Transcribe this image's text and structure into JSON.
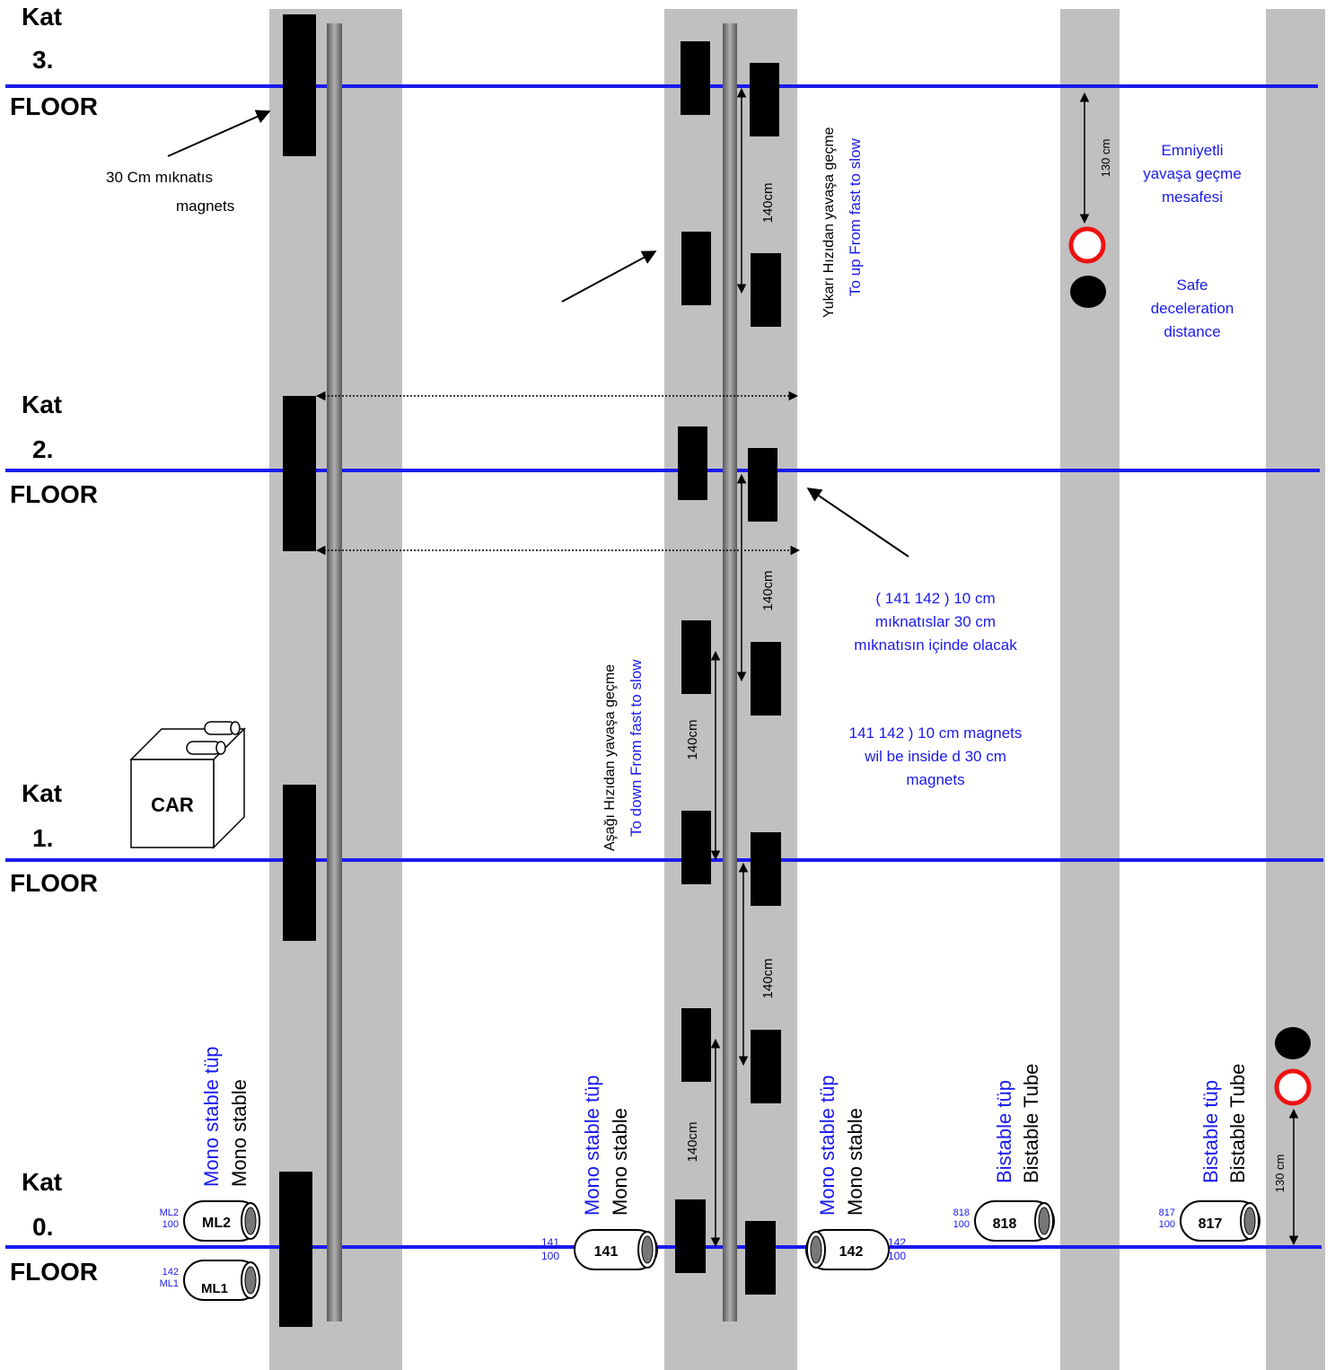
{
  "floors": [
    {
      "kat": "Kat",
      "num": "3.",
      "floor": "FLOOR"
    },
    {
      "kat": "Kat",
      "num": "2.",
      "floor": "FLOOR"
    },
    {
      "kat": "Kat",
      "num": "1.",
      "floor": "FLOOR"
    },
    {
      "kat": "Kat",
      "num": "0.",
      "floor": "FLOOR"
    }
  ],
  "magnet_note": {
    "line1": "30 Cm mıknatıs",
    "line2": "magnets"
  },
  "up_note": {
    "tr": "Yukarı Hızıdan yavaşa geçme",
    "en": "To up From fast to slow"
  },
  "down_note": {
    "tr": "Aşağı Hızıdan yavaşa geçme",
    "en": "To down  From fast to slow"
  },
  "distance_label": "140cm",
  "safe_distance_label": "130 cm",
  "safe_tr": {
    "l1": "Emniyetli",
    "l2": "yavaşa geçme",
    "l3": "mesafesi"
  },
  "safe_en": {
    "l1": "Safe",
    "l2": "deceleration",
    "l3": "distance"
  },
  "inside_tr": {
    "l1": "( 141  142 ) 10 cm",
    "l2": "mıknatıslar 30 cm",
    "l3": "mıknatısın içinde olacak"
  },
  "inside_en": {
    "l1": "141  142 ) 10 cm magnets",
    "l2": "wil be inside d 30 cm",
    "l3": "magnets"
  },
  "car_label": "CAR",
  "tubes": {
    "mono_tr": "Mono stable tüp",
    "mono_en": "Mono stable",
    "bi_tr": "Bistable tüp",
    "bi_en": "Bistable Tube",
    "ml2": {
      "name": "ML2",
      "s1": "ML2",
      "s2": "100"
    },
    "ml1": {
      "name": "ML1",
      "s1": "142",
      "s2": "ML1"
    },
    "t141": {
      "name": "141",
      "s1": "141",
      "s2": "100"
    },
    "t142": {
      "name": "142",
      "s1": "142",
      "s2": "100"
    },
    "t818": {
      "name": "818",
      "s1": "818",
      "s2": "100"
    },
    "t817": {
      "name": "817",
      "s1": "817",
      "s2": "100"
    }
  },
  "colors": {
    "floor_line": "#1a1aee",
    "shaft": "#c0c0c0",
    "magnet": "#000000",
    "blue_text": "#1a1aee",
    "red_ring": "#ee1111"
  }
}
